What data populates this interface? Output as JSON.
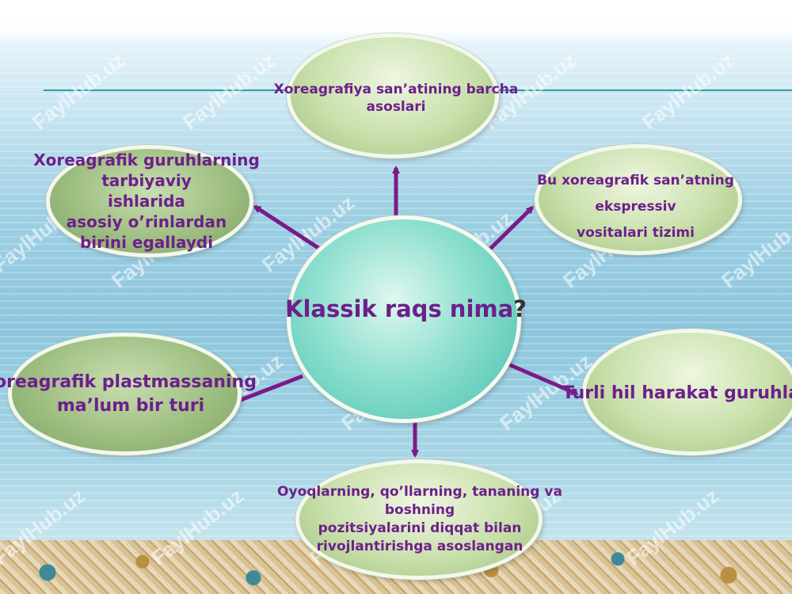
{
  "diagram": {
    "center": "Klassik raqs nima",
    "center_mark": "?",
    "nodes": {
      "top": "Xoreagrafiya san’atining barcha asoslari",
      "top_right": [
        "Bu xoreagrafik san’atning",
        "ekspressiv",
        "vositalari tizimi"
      ],
      "right": "Turli hil harakat guruhlari",
      "bottom": [
        "Oyoqlarning, qo’llarning, tananing va",
        "boshning",
        "pozitsiyalarini diqqat bilan",
        "rivojlantirishga asoslangan"
      ],
      "left": [
        "Xoreagrafik plastmassaning",
        "ma’lum bir turi"
      ],
      "top_left": [
        "Xoreagrafik guruhlarning",
        "tarbiyaviy",
        "ishlarida",
        "asosiy o’rinlardan",
        "birini egallaydi"
      ]
    }
  },
  "watermark": "FaylHub.uz",
  "colors": {
    "text": "#6e1f8c",
    "arrow": "#7b1a86"
  }
}
